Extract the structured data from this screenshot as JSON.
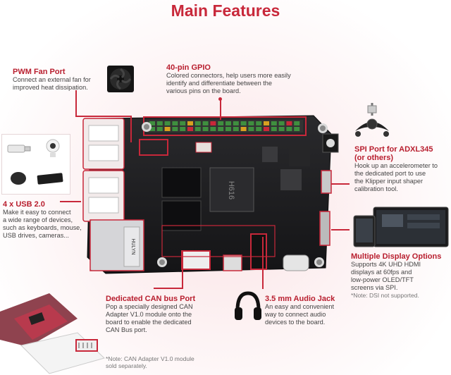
{
  "title": "Main Features",
  "features": {
    "pwm": {
      "title": "PWM Fan Port",
      "desc": [
        "Connect an external fan for",
        "improved heat dissipation."
      ]
    },
    "gpio": {
      "title": "40-pin GPIO",
      "desc": [
        "Colored connectors, help users more easily",
        "identify and differentiate between the",
        "various pins on the board."
      ]
    },
    "spi": {
      "title": [
        "SPI Port for ADXL345",
        "(or others)"
      ],
      "desc": [
        "Hook up an accelerometer to",
        "the dedicated port to use",
        "the Klipper input shaper",
        "calibration tool."
      ]
    },
    "usb": {
      "title": "4 x USB 2.0",
      "desc": [
        "Make it easy to connect",
        "a wide range of devices,",
        "such as keyboards, mouse,",
        "USB drives, cameras..."
      ]
    },
    "display": {
      "title": "Multiple Display Options",
      "desc": [
        "Supports 4K UHD HDMI",
        "displays at 60fps and",
        "low-power OLED/TFT",
        "screens via SPI."
      ],
      "note": "*Note: DSI not supported."
    },
    "can": {
      "title": "Dedicated CAN bus Port",
      "desc": [
        "Pop a specially designed CAN",
        "Adapter V1.0 module onto the",
        "board to enable the dedicated",
        "CAN Bus port."
      ],
      "note": [
        "*Note: CAN Adapter V1.0 module",
        "sold separately."
      ]
    },
    "audio": {
      "title": "3.5 mm Audio Jack",
      "desc": [
        "An easy and convenient",
        "way to connect audio",
        "devices to the board."
      ]
    }
  },
  "board": {
    "soc_label": "H616",
    "module_label": "HULYN"
  },
  "icons": [
    "usb-stick-icon",
    "webcam-icon",
    "mouse-icon",
    "keyboard-icon",
    "fan-icon",
    "accelerometer-icon",
    "display-icon",
    "headphones-icon",
    "can-adapter-icon"
  ],
  "colors": {
    "accent": "#c8283a",
    "board": "#1e1e20"
  }
}
